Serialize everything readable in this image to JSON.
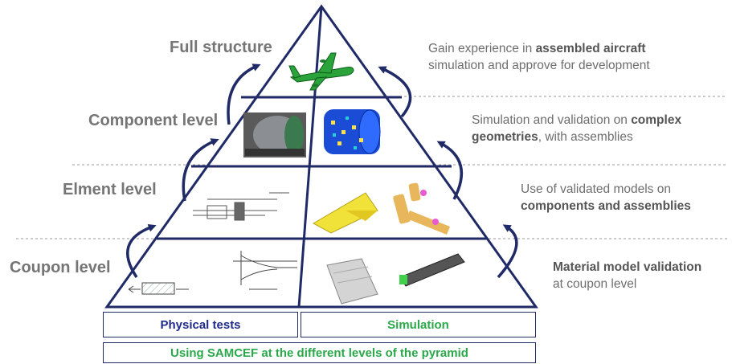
{
  "levels": {
    "full": "Full structure",
    "component": "Component level",
    "element": "Elment level",
    "coupon": "Coupon level"
  },
  "descriptions": {
    "full": {
      "line1_pre": "Gain experience in ",
      "line1_bold": "assembled aircraft",
      "line2": "simulation and approve for development"
    },
    "component": {
      "line1_pre": "Simulation and validation on ",
      "line1_bold": "complex",
      "line2_bold": "geometries",
      "line2_post": ", with assemblies"
    },
    "element": {
      "line1": "Use of validated models on",
      "line2_bold": "components and assemblies"
    },
    "coupon": {
      "line1_bold": "Material model validation",
      "line2": "at coupon level"
    }
  },
  "footer": {
    "physical": "Physical tests",
    "simulation": "Simulation",
    "caption": "Using SAMCEF at the different levels of the pyramid"
  },
  "colors": {
    "navy": "#1f2a66",
    "green": "#2aa84a",
    "gray_text": "#757575"
  },
  "icons": [
    "aircraft-icon",
    "curved-arrow-icon"
  ]
}
